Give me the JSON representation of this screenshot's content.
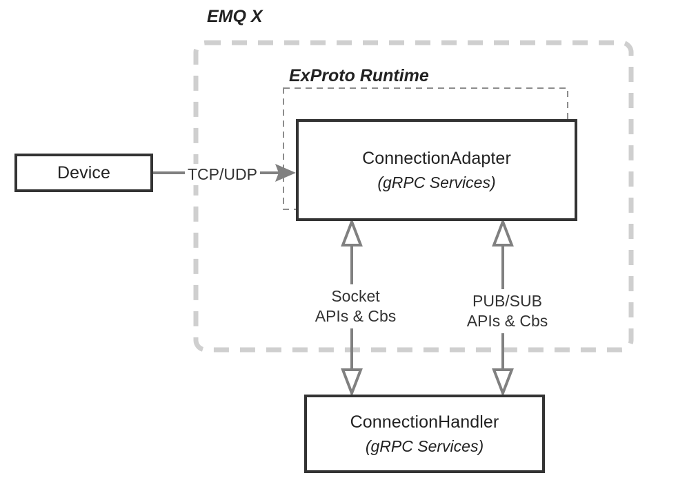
{
  "diagram": {
    "title_visible": false,
    "zones": [
      {
        "id": "emqx",
        "label": "EMQ X",
        "border_style": "dashed",
        "border_color": "#cfcfcf"
      },
      {
        "id": "exproto",
        "label": "ExProto Runtime",
        "border_style": "dashed",
        "border_color": "#8c8c8c"
      }
    ],
    "nodes": [
      {
        "id": "device",
        "title": "Device",
        "subtitle": "",
        "border_color": "#333333"
      },
      {
        "id": "connection-adapter",
        "title": "ConnectionAdapter",
        "subtitle": "(gRPC Services)",
        "border_color": "#333333"
      },
      {
        "id": "connection-handler",
        "title": "ConnectionHandler",
        "subtitle": "(gRPC Services)",
        "border_color": "#333333"
      }
    ],
    "edges": [
      {
        "id": "device-to-adapter",
        "label": "TCP/UDP",
        "from": "device",
        "to": "connection-adapter",
        "direction": "forward",
        "arrow_style": "solid-filled",
        "color": "#808080"
      },
      {
        "id": "socket-apis",
        "label_line1": "Socket",
        "label_line2": "APIs & Cbs",
        "from": "connection-handler",
        "to": "connection-adapter",
        "direction": "bidirectional",
        "arrow_style": "open-triangle",
        "color": "#808080"
      },
      {
        "id": "pubsub-apis",
        "label_line1": "PUB/SUB",
        "label_line2": "APIs & Cbs",
        "from": "connection-adapter",
        "to": "connection-handler",
        "direction": "bidirectional",
        "arrow_style": "open-triangle",
        "color": "#808080"
      }
    ],
    "colors": {
      "node_border": "#333333",
      "outer_zone_border": "#cfcfcf",
      "inner_zone_border": "#8c8c8c",
      "connector": "#808080",
      "text": "#222222",
      "background": "#ffffff"
    }
  }
}
